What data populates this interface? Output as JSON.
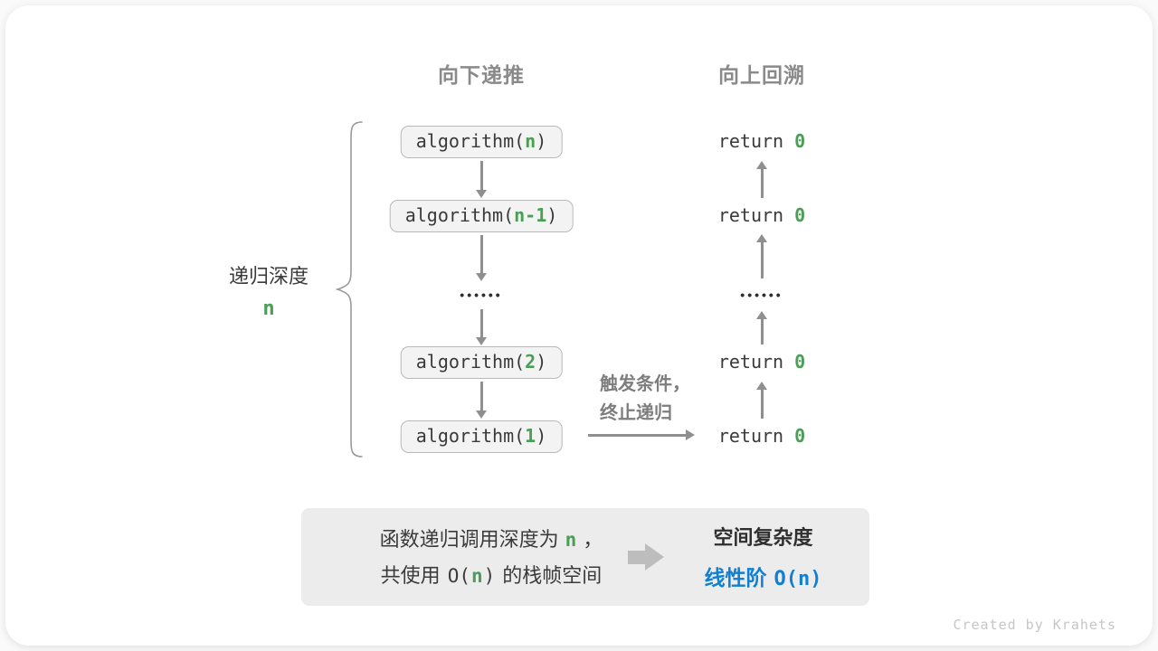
{
  "headers": {
    "down": "向下递推",
    "up": "向上回溯"
  },
  "depth": {
    "label": "递归深度",
    "value": "n"
  },
  "flow": {
    "boxes": [
      {
        "pre": "algorithm(",
        "arg": "n",
        "post": ")"
      },
      {
        "pre": "algorithm(",
        "arg": "n-1",
        "post": ")"
      },
      {
        "pre": "algorithm(",
        "arg": "2",
        "post": ")"
      },
      {
        "pre": "algorithm(",
        "arg": "1",
        "post": ")"
      }
    ],
    "dots": "••••••",
    "returns": [
      {
        "pre": "return",
        "val": "0"
      },
      {
        "pre": "return",
        "val": "0"
      },
      {
        "pre": "return",
        "val": "0"
      },
      {
        "pre": "return",
        "val": "0"
      }
    ]
  },
  "trigger": {
    "line1": "触发条件，",
    "line2": "终止递归"
  },
  "summary": {
    "l1a": "函数递归调用深度为",
    "l1n": "n",
    "l1b": "，",
    "l2a": "共使用",
    "l2o": "O(",
    "l2n": "n",
    "l2p": ")",
    "l2b": "的栈帧空间",
    "r_title": "空间复杂度",
    "r2a": "线性阶",
    "r2b": "O(n)"
  },
  "footer": "Created by Krahets",
  "colors": {
    "accent_green": "#4b9e55",
    "accent_blue": "#1180d0",
    "arrow_grey": "#8f8f8f",
    "box_fill": "#f3f3f3",
    "box_border": "#b9b9b9",
    "summary_fill": "#ececec"
  }
}
